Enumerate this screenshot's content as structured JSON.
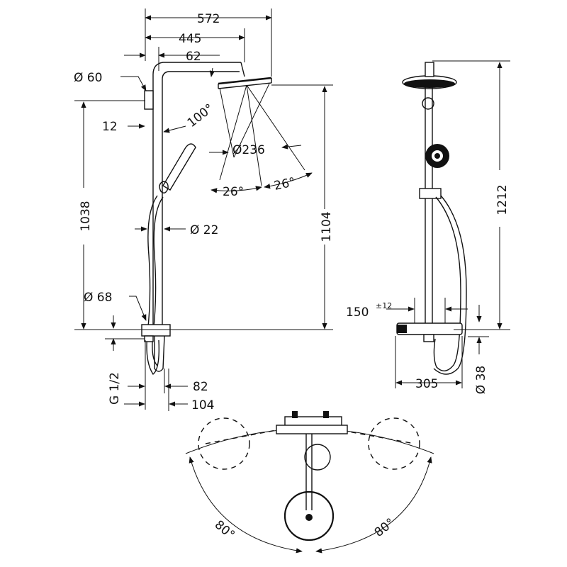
{
  "front_view": {
    "dim_572": "572",
    "dim_445": "445",
    "dim_62": "62",
    "dim_d60": "Ø 60",
    "dim_12": "12",
    "dim_100deg": "100°",
    "dim_d236": "Ø236",
    "dim_26a": "26°",
    "dim_26b": "26°",
    "dim_1038": "1038",
    "dim_1104": "1104",
    "dim_d22": "Ø 22",
    "dim_d68": "Ø 68",
    "dim_g12": "G 1/2",
    "dim_82": "82",
    "dim_104": "104"
  },
  "side_view": {
    "dim_1212": "1212",
    "dim_150": "150",
    "dim_150_tol": "±12",
    "dim_305": "305",
    "dim_d38": "Ø 38"
  },
  "top_view": {
    "dim_80a": "80°",
    "dim_80b": "80°"
  }
}
